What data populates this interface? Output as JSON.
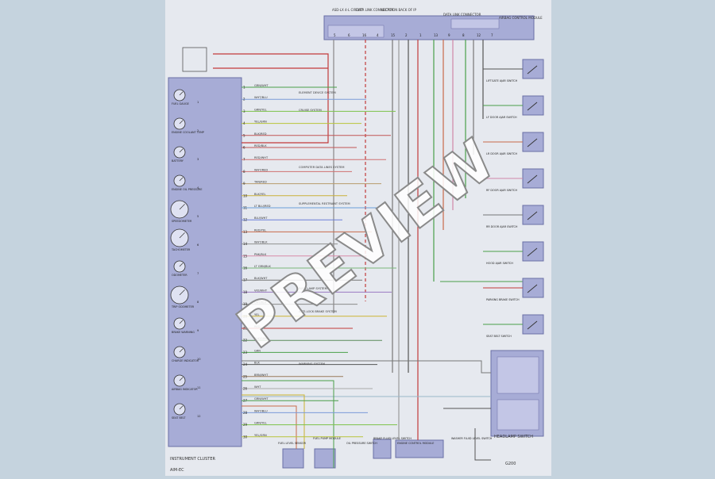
{
  "watermark": "PREVIEW",
  "sheet": {
    "footer_left": "INSTRUMENT CLUSTER",
    "footer_code": "AIM-EC"
  },
  "top_connectors": {
    "labels": [
      "ASD-LX 4-L CIRCUIT",
      "DATA LINK CONNECTOR",
      "LOCATION BACK OF IP",
      "DATA LINK CONNECTOR",
      "AIRBAG CONTROL MODULE"
    ],
    "pins": [
      "5",
      "6",
      "16",
      "4",
      "15",
      "2",
      "1",
      "13",
      "9",
      "8",
      "12",
      "7"
    ]
  },
  "main_module": {
    "title": "INSTRUMENT CLUSTER",
    "gauges": [
      "FUEL GAUGE",
      "ENGINE COOLANT TEMP",
      "BATTERY",
      "ENGINE OIL PRESSURE",
      "SPEEDOMETER",
      "TACHOMETER",
      "ODOMETER",
      "TRIP ODOMETER",
      "BRAKE WARNING",
      "CHARGE INDICATOR",
      "AIRBAG INDICATOR",
      "SEAT BELT"
    ],
    "left_pins": [
      "1",
      "2",
      "3",
      "4",
      "5",
      "6",
      "7",
      "8",
      "9",
      "10",
      "11",
      "12"
    ],
    "right_pins": [
      "1",
      "2",
      "3",
      "4",
      "5",
      "6",
      "7",
      "8",
      "9",
      "10",
      "11",
      "12",
      "13",
      "14",
      "15",
      "16",
      "17",
      "18",
      "19",
      "20",
      "21",
      "22",
      "23",
      "24",
      "25",
      "26",
      "27",
      "28",
      "29",
      "30"
    ]
  },
  "left_wires": [
    {
      "label": "GRN/WHT",
      "color": "#4a9e4a"
    },
    {
      "label": "WHT/BLU",
      "color": "#7a9ad8"
    },
    {
      "label": "GRN/YEL",
      "color": "#7cc24a"
    },
    {
      "label": "YEL/GRN",
      "color": "#b9c43a"
    },
    {
      "label": "BLK/RED",
      "color": "#c25555"
    },
    {
      "label": "RED/BLK",
      "color": "#c25555"
    },
    {
      "label": "RED/WHT",
      "color": "#d07070"
    },
    {
      "label": "WHT/RED",
      "color": "#d07070"
    },
    {
      "label": "TAN/RED",
      "color": "#b89b6c"
    },
    {
      "label": "BLK/YEL",
      "color": "#cab13a"
    },
    {
      "label": "LT BLU/RED",
      "color": "#6a9fd8"
    },
    {
      "label": "BLU/WHT",
      "color": "#6a7fd8"
    },
    {
      "label": "RED/YEL",
      "color": "#c86a4a"
    },
    {
      "label": "WHT/BLK",
      "color": "#909090"
    },
    {
      "label": "PNK/BLK",
      "color": "#d88aa8"
    },
    {
      "label": "LT GRN/BLK",
      "color": "#7ab87a"
    },
    {
      "label": "BLK/WHT",
      "color": "#777777"
    },
    {
      "label": "VIO/WHT",
      "color": "#9a7ac2"
    },
    {
      "label": "GRY/BLK",
      "color": "#8a8a8a"
    },
    {
      "label": "YEL",
      "color": "#cbb332"
    },
    {
      "label": "RED",
      "color": "#c23a3a"
    },
    {
      "label": "BLK/GRN",
      "color": "#5a8a5a"
    },
    {
      "label": "GRN",
      "color": "#4aa04a"
    },
    {
      "label": "BLK",
      "color": "#555555"
    },
    {
      "label": "BRN/WHT",
      "color": "#9a7a5a"
    },
    {
      "label": "WHT",
      "color": "#aaaaaa"
    }
  ],
  "destinations": [
    "ELEMENT DEVICE SYSTEM",
    "CRUISE SYSTEM",
    "COMPUTER DATA LINES SYSTEM",
    "SUPPLEMENTAL RESTRAINT SYSTEM",
    "PARK LAMP SYSTEM",
    "ANTI-LOCK BRAKE SYSTEM",
    "WARNING SYSTEM"
  ],
  "right_switches": [
    "LIFTGATE AJAR SWITCH",
    "LF DOOR AJAR SWITCH",
    "LR DOOR AJAR SWITCH",
    "RF DOOR AJAR SWITCH",
    "RR DOOR AJAR SWITCH",
    "HOOD AJAR SWITCH",
    "PARKING BRAKE SWITCH",
    "SEAT BELT SWITCH"
  ],
  "bottom_components": [
    "FUEL LEVEL SENSOR",
    "FUEL PUMP MODULE",
    "OIL PRESSURE SWITCH",
    "BRAKE FLUID LEVEL SWITCH",
    "ENGINE CONTROL MODULE",
    "WASHER FLUID LEVEL SWITCH"
  ],
  "bottom_right_box": "HEADLAMP SWITCH",
  "ground_label": "G200"
}
